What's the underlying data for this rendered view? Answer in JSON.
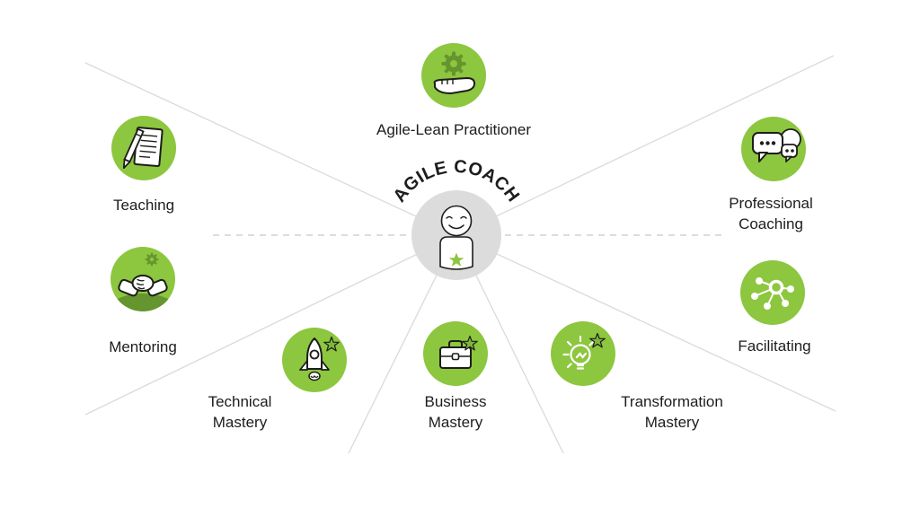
{
  "title": "AGILE COACH",
  "colors": {
    "green": "#8dc63f",
    "dark_green": "#64952e",
    "star_green": "#7fb63a",
    "center_gray": "#dcdcdc",
    "line_gray": "#dadada",
    "text": "#1d1d1b",
    "background": "#ffffff"
  },
  "center": {
    "label": "AGILE COACH",
    "icon": "smiling-person-icon"
  },
  "competencies": [
    {
      "label": "Agile-Lean Practitioner",
      "icon": "gear-hand-icon"
    },
    {
      "label": "Professional Coaching",
      "icon": "speech-bubbles-icon"
    },
    {
      "label": "Facilitating",
      "icon": "network-nodes-icon"
    },
    {
      "label": "Transformation Mastery",
      "icon": "lightbulb-star-icon"
    },
    {
      "label": "Business Mastery",
      "icon": "briefcase-star-icon"
    },
    {
      "label": "Technical Mastery",
      "icon": "rocket-star-icon"
    },
    {
      "label": "Mentoring",
      "icon": "handshake-icon"
    },
    {
      "label": "Teaching",
      "icon": "notepad-pencil-icon"
    }
  ]
}
